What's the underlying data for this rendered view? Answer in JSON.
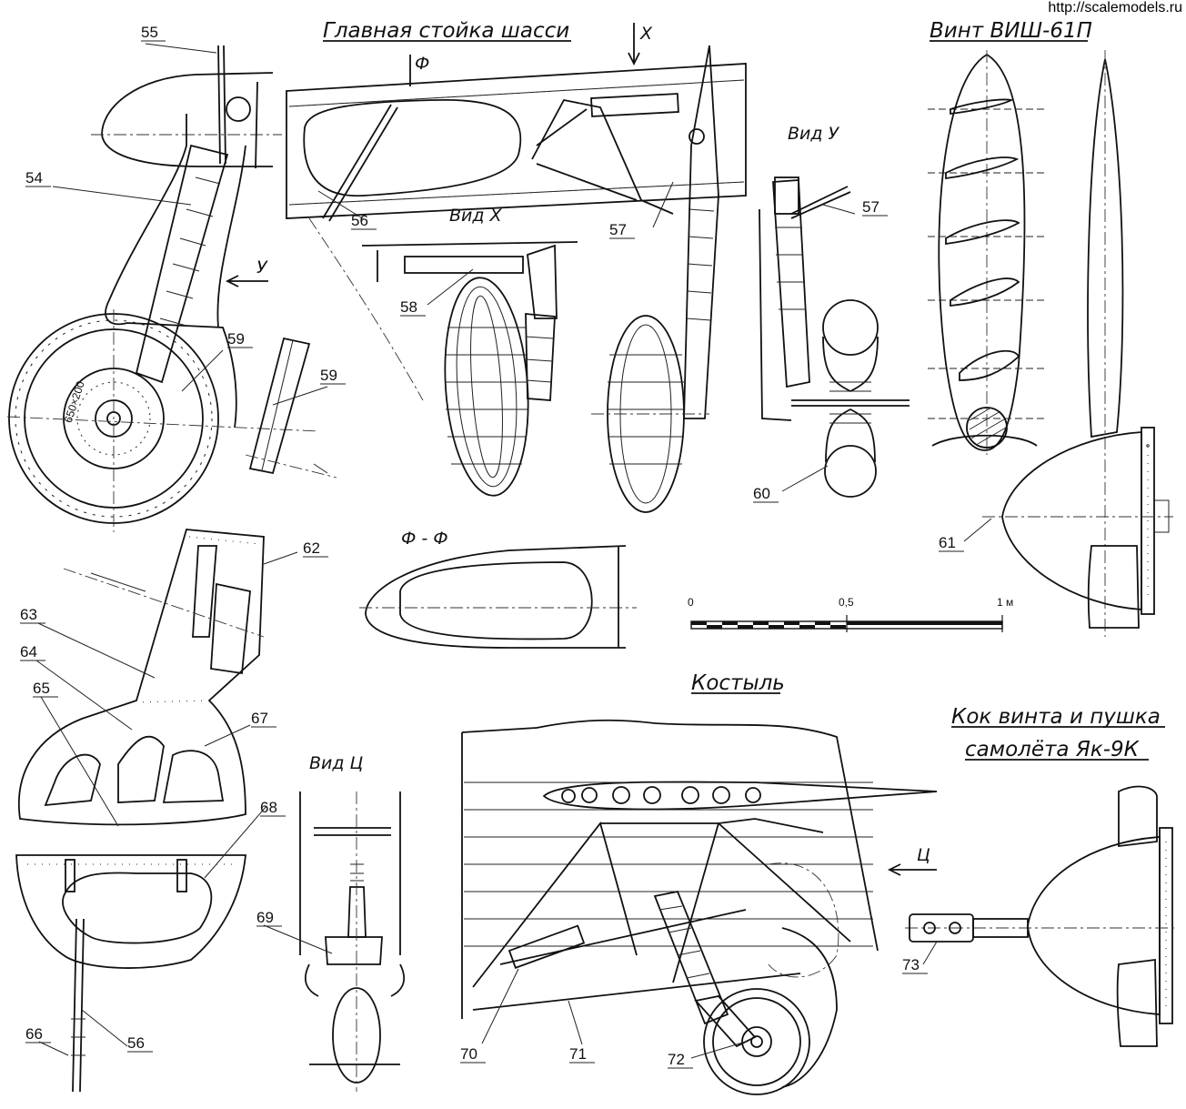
{
  "watermark": "http://scalemodels.ru",
  "titles": {
    "main_gear": "Главная стойка шасси",
    "propeller": "Винт ВИШ-61П",
    "view_x": "Вид Х",
    "view_u": "Вид У",
    "section_f": "Ф - Ф",
    "tailwheel": "Костыль",
    "spinner_line1": "Кок винта и пушка",
    "spinner_line2": "самолёта Як-9К",
    "view_ts": "Вид Ц"
  },
  "markers": {
    "x": "Х",
    "f": "Ф",
    "u": "У",
    "ts": "Ц"
  },
  "tire_size": "650×200",
  "scale": {
    "start": "0",
    "mid": "0,5",
    "end": "1 м"
  },
  "callouts": {
    "c54": "54",
    "c55": "55",
    "c56a": "56",
    "c56b": "56",
    "c57a": "57",
    "c57b": "57",
    "c58": "58",
    "c59a": "59",
    "c59b": "59",
    "c60": "60",
    "c61": "61",
    "c62": "62",
    "c63": "63",
    "c64": "64",
    "c65": "65",
    "c66": "66",
    "c67": "67",
    "c68": "68",
    "c69": "69",
    "c70": "70",
    "c71": "71",
    "c72": "72",
    "c73": "73"
  },
  "colors": {
    "ink": "#111111",
    "paper": "#ffffff"
  }
}
